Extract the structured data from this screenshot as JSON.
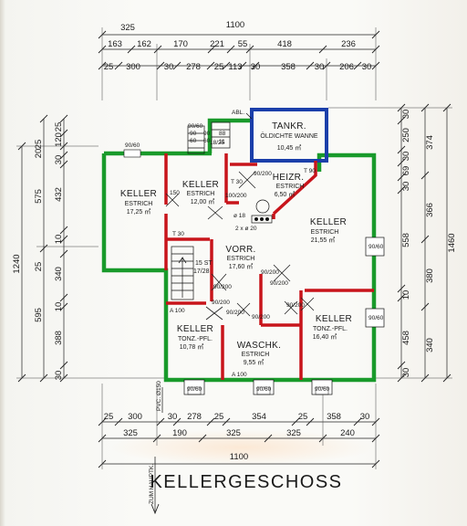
{
  "title": "KELLERGESCHOSS",
  "exit_label": "ZUM HAUPTK.",
  "pipe_label": "PVC. Ø150",
  "top_dims": {
    "overall": "1100",
    "row1": [
      "325"
    ],
    "row2": [
      "163",
      "162",
      "170",
      "221",
      "55",
      "418",
      "236"
    ],
    "row3": [
      "25",
      "300",
      "30",
      "278",
      "25",
      "113",
      "30",
      "358",
      "30",
      "206",
      "30"
    ]
  },
  "bottom_dims": {
    "row1": [
      "25",
      "300",
      "30",
      "278",
      "25",
      "354",
      "25",
      "358",
      "30"
    ],
    "row2": [
      "325",
      "190",
      "325",
      "325",
      "240"
    ],
    "overall": "1100"
  },
  "left_dims": {
    "outer": "1240",
    "mid": [
      "575",
      "595"
    ],
    "inner": [
      "25",
      "120",
      "25",
      "20",
      "30",
      "432",
      "10",
      "25",
      "340",
      "10",
      "388",
      "30"
    ]
  },
  "right_dims": {
    "outer": "1460",
    "mid": [
      "374",
      "366",
      "558",
      "380",
      "458",
      "340"
    ],
    "inner": [
      "30",
      "250",
      "30",
      "69",
      "30",
      "10",
      "30"
    ]
  },
  "rooms": [
    {
      "name": "KELLER",
      "floor": "ESTRICH",
      "area": "17,25 ㎡"
    },
    {
      "name": "KELLER",
      "floor": "ESTRICH",
      "area": "12,00 ㎡"
    },
    {
      "name": "TANKR.",
      "floor": "ÖLDICHTE WANNE",
      "area": "10,45 ㎡"
    },
    {
      "name": "HEIZR.",
      "floor": "ESTRICH",
      "area": "6,50 ㎡"
    },
    {
      "name": "KELLER",
      "floor": "ESTRICH",
      "area": "21,55 ㎡"
    },
    {
      "name": "VORR.",
      "floor": "ESTRICH",
      "area": "17,60 ㎡"
    },
    {
      "name": "KELLER",
      "floor": "TONZ.-PFL.",
      "area": "10,78 ㎡"
    },
    {
      "name": "WASCHK.",
      "floor": "ESTRICH",
      "area": "9,55 ㎡"
    },
    {
      "name": "KELLER",
      "floor": "TONZ.-PFL.",
      "area": "16,40 ㎡"
    }
  ],
  "stair": {
    "label": "15 ST",
    "ratio": "17/28"
  },
  "annotations": {
    "abl": "ABL.",
    "t30_a": "T 30",
    "t30_b": "T 30",
    "t90": "T 90",
    "a100_a": "A 100",
    "a100_b": "A 100",
    "d18": "ø 18",
    "pipes": "2 x ø 20",
    "w150": "150",
    "s_88": "88",
    "s_11": "11",
    "s_1825": "18/25",
    "s_90a": "90",
    "s_60a": "60",
    "s_90b": "90",
    "s_60b": "60"
  },
  "door_labels": [
    "90/200",
    "90/200",
    "100/200",
    "90/200",
    "90/200",
    "90/200",
    "90/200",
    "90/200",
    "90/200"
  ],
  "window_labels": [
    "90/60",
    "90/60",
    "90/60",
    "90/60",
    "90/60",
    "90/60",
    "90/60"
  ]
}
